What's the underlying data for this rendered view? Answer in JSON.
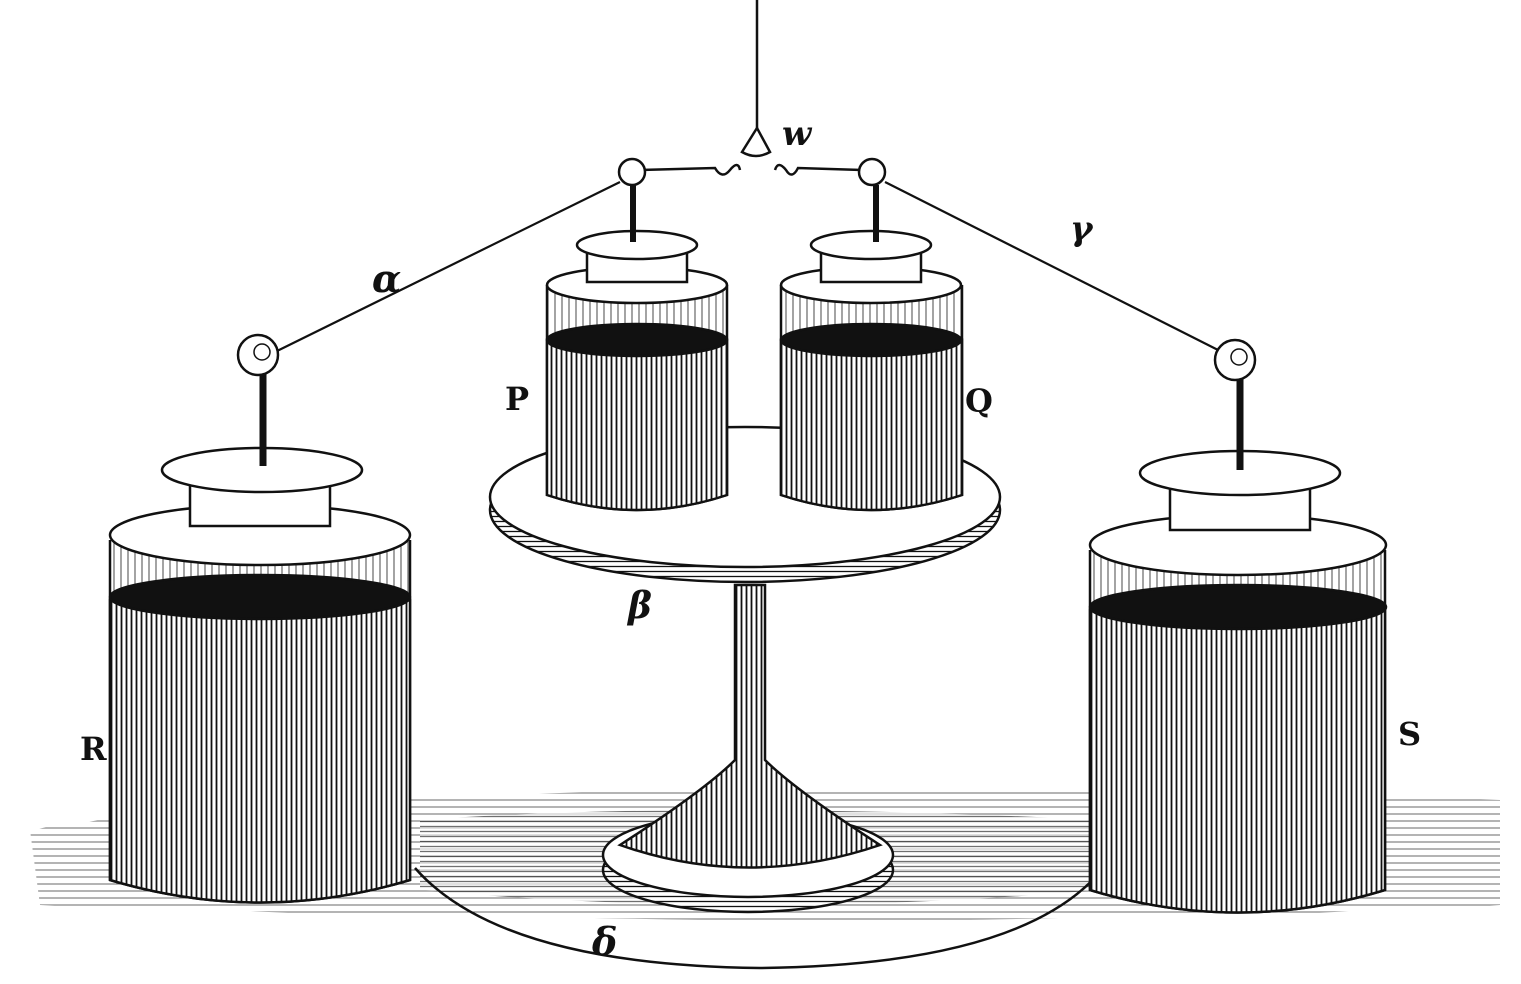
{
  "figure": {
    "labels": {
      "w": "w",
      "alpha": "α",
      "gamma": "γ",
      "beta": "β",
      "delta": "δ",
      "P": "P",
      "Q": "Q",
      "R": "R",
      "S": "S"
    },
    "colors": {
      "ink": "#111111",
      "paper": "#ffffff"
    }
  }
}
